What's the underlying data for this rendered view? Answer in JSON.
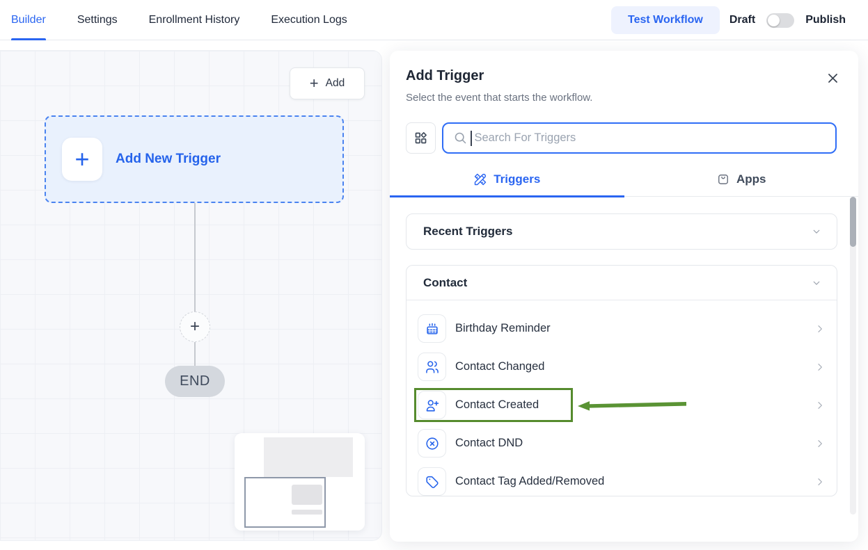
{
  "topbar": {
    "tabs": [
      {
        "label": "Builder",
        "active": true
      },
      {
        "label": "Settings",
        "active": false
      },
      {
        "label": "Enrollment History",
        "active": false
      },
      {
        "label": "Execution Logs",
        "active": false
      }
    ],
    "test_workflow_label": "Test Workflow",
    "draft_label": "Draft",
    "publish_label": "Publish",
    "publish_toggle_state": "off"
  },
  "canvas": {
    "add_button_plus": "+",
    "add_button_label": "Add",
    "trigger_placeholder_plus": "+",
    "trigger_placeholder_label": "Add New Trigger",
    "plus_node_glyph": "+",
    "end_label": "END"
  },
  "panel": {
    "title": "Add Trigger",
    "subtitle": "Select the event that starts the workflow.",
    "search": {
      "placeholder": "Search For Triggers",
      "value": ""
    },
    "tabs": [
      {
        "label": "Triggers",
        "icon": "tools-icon",
        "active": true
      },
      {
        "label": "Apps",
        "icon": "app-bag-icon",
        "active": false
      }
    ],
    "sections": [
      {
        "label": "Recent Triggers",
        "collapsed": true
      },
      {
        "label": "Contact",
        "collapsed": false
      }
    ],
    "contact_items": [
      {
        "label": "Birthday Reminder",
        "icon": "birthday-cake-icon",
        "highlighted": false
      },
      {
        "label": "Contact Changed",
        "icon": "users-icon",
        "highlighted": false
      },
      {
        "label": "Contact Created",
        "icon": "user-plus-icon",
        "highlighted": true
      },
      {
        "label": "Contact DND",
        "icon": "circle-x-icon",
        "highlighted": false
      },
      {
        "label": "Contact Tag Added/Removed",
        "icon": "tag-icon",
        "highlighted": false
      }
    ]
  },
  "colors": {
    "accent_blue": "#2a65f1",
    "icon_blue": "#2563eb",
    "highlight_green": "#568b2e",
    "arrow_green": "#5a9334",
    "trigger_box_bg": "#e9f1fd",
    "end_pill_bg": "#d4d8de",
    "test_workflow_bg": "#eef2fe"
  }
}
